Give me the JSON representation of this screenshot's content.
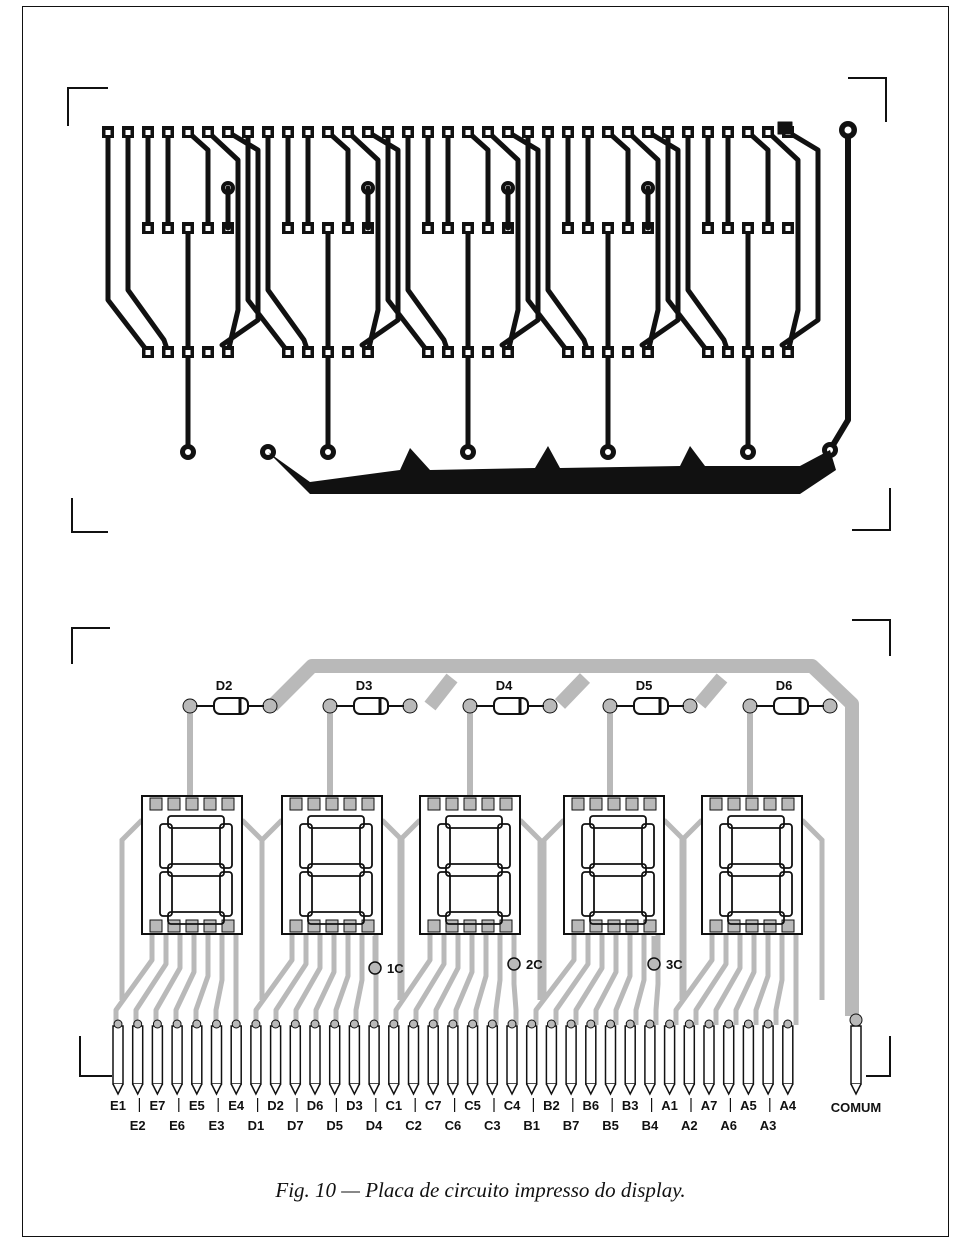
{
  "diodes": [
    "D2",
    "D3",
    "D4",
    "D5",
    "D6"
  ],
  "test_points": [
    "1C",
    "2C",
    "3C"
  ],
  "pins_top": [
    "E1",
    "E7",
    "E5",
    "E4",
    "D2",
    "D6",
    "D3",
    "C1",
    "C7",
    "C5",
    "C4",
    "B2",
    "B6",
    "B3",
    "A1",
    "A7",
    "A5",
    "A4"
  ],
  "pins_bottom": [
    "E2",
    "E6",
    "E3",
    "D1",
    "D7",
    "D5",
    "D4",
    "C2",
    "C6",
    "C3",
    "B1",
    "B7",
    "B5",
    "B4",
    "A2",
    "A6",
    "A3"
  ],
  "common_label": "COMUM",
  "caption": "Fig. 10 — Placa de circuito impresso do display."
}
